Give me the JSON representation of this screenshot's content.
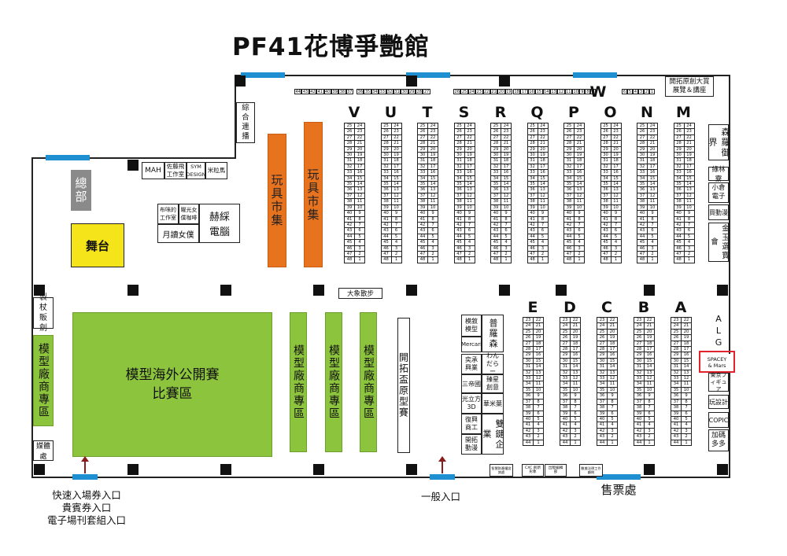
{
  "title": "PF41花博爭艷館",
  "zones": {
    "hq": "總部",
    "stage": "舞台",
    "toy_market_1": "玩具市集",
    "toy_market_2": "玩具市集",
    "model_contest": "模型海外公開賽比賽區",
    "model_vendor_left": "模型廠商專區",
    "model_vendor_1": "模型廠商專區",
    "model_vendor_2": "模型廠商專區",
    "model_vendor_3": "模型廠商專區",
    "kaito_prototype": "開拓盃原型賽",
    "elephant_walk": "大象散步",
    "sogo": "綜合連播",
    "kaito_exhibit": "開拓原創大賞展覽＆講座",
    "mah": "MAH",
    "sato": "佐藤飛工作室",
    "sym": "SYM DESIGN",
    "mili": "米粒馬",
    "bumi": "布咪的工作室",
    "yaguang": "曜光女僕咖啡",
    "yuedu": "月讀女僕",
    "hesong": "赫綵電腦",
    "zhiwu": "製杖販劍",
    "media": "媒體處",
    "moxu": "模敘模型",
    "puluosen": "普羅森",
    "mercari": "Mercari",
    "bianchen": "奕承興業",
    "wandara": "わんだらー",
    "sandiguo": "三帝國",
    "xingxing": "臻星創意",
    "guanglifang": "光立方3D",
    "huami": "華米葉",
    "fuxing": "復興商工",
    "shuangjian": "雙鍵企業",
    "kaituo_dongman": "開拓動漫",
    "zhiyou": "智慧財產權諮詢處",
    "cxc": "CXC 創新形象",
    "chuban": "出版編輯部",
    "shumei": "數美法律工作顧問",
    "senluo": "森羅御界",
    "lulin": "綠林寮",
    "xiaocang": "小倉電子",
    "maidongman": "買動漫",
    "jinyu": "金玉選寶會",
    "alg": "A L G",
    "spacey": "SPACEY & Mars",
    "tokyo": "東京フィギュア",
    "wanshe": "玩設計",
    "copic": "COPIC",
    "jiama": "加碼多多"
  },
  "entrances": {
    "fast": "快速入場券入口",
    "vip": "貴賓券入口",
    "bundle": "電子場刊套組入口",
    "general": "一般入口",
    "ticket": "售票處"
  },
  "columns_upper": [
    "V",
    "U",
    "T",
    "S",
    "R",
    "Q",
    "P",
    "O",
    "N",
    "M"
  ],
  "column_w": "W",
  "columns_lower": [
    "E",
    "D",
    "C",
    "B",
    "A"
  ],
  "upper_rows": [
    [
      "25",
      "24"
    ],
    [
      "26",
      "23"
    ],
    [
      "27",
      "22"
    ],
    [
      "28",
      "21"
    ],
    [
      "29",
      "20"
    ],
    [
      "30",
      "19"
    ],
    [
      "31",
      "18"
    ],
    [
      "32",
      "17"
    ],
    [
      "33",
      "16"
    ],
    [
      "34",
      "15"
    ],
    [
      "35",
      "14"
    ],
    [
      "36",
      "13"
    ],
    [
      "37",
      "12"
    ],
    [
      "38",
      "11"
    ],
    [
      "39",
      "10"
    ],
    [
      "40",
      "9"
    ],
    [
      "41",
      "8"
    ],
    [
      "42",
      "7"
    ],
    [
      "43",
      "6"
    ],
    [
      "44",
      "5"
    ],
    [
      "45",
      "4"
    ],
    [
      "46",
      "3"
    ],
    [
      "47",
      "2"
    ],
    [
      "48",
      "1"
    ]
  ],
  "lower_rows": [
    [
      "23",
      "22"
    ],
    [
      "24",
      "21"
    ],
    [
      "25",
      "20"
    ],
    [
      "26",
      "19"
    ],
    [
      "27",
      "18"
    ],
    [
      "28",
      "17"
    ],
    [
      "29",
      "16"
    ],
    [
      "30",
      "15"
    ],
    [
      "31",
      "14"
    ],
    [
      "32",
      "13"
    ],
    [
      "33",
      "12"
    ],
    [
      "34",
      "11"
    ],
    [
      "35",
      "10"
    ],
    [
      "36",
      "9"
    ],
    [
      "37",
      "8"
    ],
    [
      "38",
      "7"
    ],
    [
      "39",
      "6"
    ],
    [
      "40",
      "5"
    ],
    [
      "41",
      "4"
    ],
    [
      "42",
      "3"
    ],
    [
      "43",
      "2"
    ],
    [
      "44",
      "1"
    ]
  ],
  "top_strips": {
    "s1": [
      "44",
      "43",
      "42",
      "41",
      "40",
      "39",
      "38",
      "37"
    ],
    "s2": [
      "36",
      "35",
      "34",
      "33",
      "32",
      "31",
      "30",
      "29",
      "28",
      "27"
    ],
    "s3": [
      "26",
      "25",
      "24",
      "23",
      "22",
      "21",
      "20",
      "19"
    ],
    "s4": [
      "18",
      "17",
      "16",
      "15",
      "14",
      "13",
      "12",
      "11",
      "10",
      "9",
      "8",
      "7"
    ],
    "s5": [
      "6",
      "5",
      "4",
      "3",
      "2",
      "1"
    ]
  }
}
